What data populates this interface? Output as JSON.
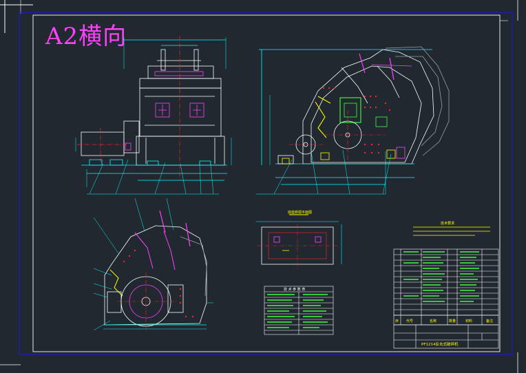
{
  "drawing": {
    "sheet_title": "A2横向",
    "tech_req_label": "技术要求",
    "parts_table_title": "技 术 参 数 表",
    "titleblock_name": "PF1214反击式破碎机",
    "detail_title": "底座俯视平面图",
    "bom_header": [
      "序",
      "代号",
      "名称",
      "数量",
      "材料",
      "备注"
    ]
  },
  "colors": {
    "background": "#212830",
    "frame": "#1a1ad0",
    "lines": "#ffffff",
    "dims": "#00ffff",
    "accent_magenta": "#ff40ff",
    "accent_yellow": "#ffff00",
    "accent_red": "#ff2020",
    "accent_green": "#40ff40"
  }
}
